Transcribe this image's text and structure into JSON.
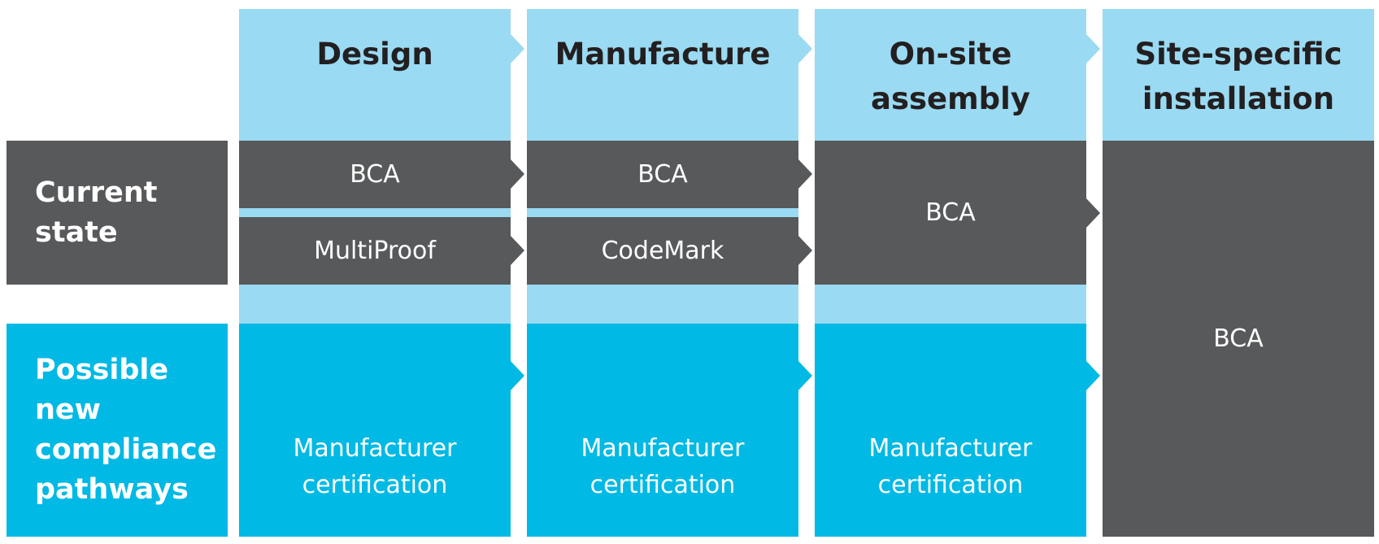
{
  "stages": [
    {
      "label": "Design"
    },
    {
      "label": "Manufacture"
    },
    {
      "label": "On-site\nassembly"
    },
    {
      "label": "Site-specific\ninstallation"
    }
  ],
  "rows": {
    "current_state": {
      "label": "Current\nstate",
      "design_top": "BCA",
      "design_bottom": "MultiProof",
      "manufacture_top": "BCA",
      "manufacture_bottom": "CodeMark",
      "onsite": "BCA"
    },
    "new_pathways": {
      "label": "Possible\nnew\ncompliance\npathways",
      "design": "Manufacturer\ncertification",
      "manufacture": "Manufacturer\ncertification",
      "onsite": "Manufacturer\ncertification"
    },
    "installation": "BCA"
  },
  "colors": {
    "light_blue": "#9adaf2",
    "dark_grey": "#58595b",
    "cyan": "#00b9e4",
    "heading_text": "#231f20"
  }
}
